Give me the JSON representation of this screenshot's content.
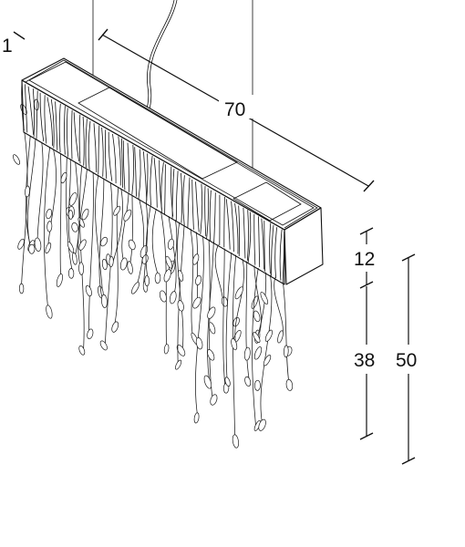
{
  "dimensions": {
    "thickness": "1",
    "length": "70",
    "shade_height": "12",
    "drop_length": "38",
    "total_height": "50"
  },
  "colors": {
    "line": "#111111",
    "background": "#ffffff"
  }
}
